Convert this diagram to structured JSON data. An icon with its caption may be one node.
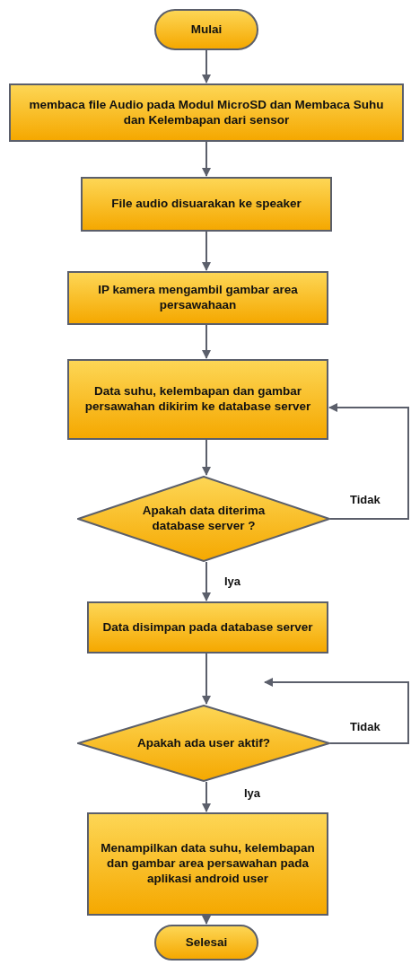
{
  "diagram": {
    "nodes": [
      {
        "text": [
          "Mulai"
        ]
      },
      {
        "text": [
          "membaca file Audio pada Modul MicroSD dan Membaca Suhu dan Kelembapan dari sensor"
        ]
      },
      {
        "text": [
          "File audio disuarakan ke speaker"
        ]
      },
      {
        "text": [
          "IP kamera mengambil gambar area persawahaan"
        ]
      },
      {
        "text": [
          "Data suhu, kelembapan dan gambar persawahan dikirim ke database server"
        ]
      },
      {
        "text": [
          "Apakah data diterima database server ?"
        ]
      },
      {
        "text": [
          "Data disimpan pada database server"
        ]
      },
      {
        "text": [
          "Apakah ada user aktif?"
        ]
      },
      {
        "text": [
          "Menampilkan data suhu, kelembapan dan gambar area persawahan pada aplikasi android user"
        ]
      },
      {
        "text": [
          "Selesai"
        ]
      }
    ],
    "edges": [
      {
        "from": 0,
        "to": 1,
        "arrow": "to"
      },
      {
        "from": 1,
        "to": 2,
        "arrow": "to"
      },
      {
        "from": 2,
        "to": 3,
        "arrow": "to"
      },
      {
        "from": 3,
        "to": 4,
        "arrow": "to"
      },
      {
        "from": 4,
        "to": 5,
        "arrow": "to"
      },
      {
        "from": 5,
        "to": 6,
        "arrow": "to",
        "label": "Iya"
      },
      {
        "from": 6,
        "to": 7,
        "arrow": "to"
      },
      {
        "from": 7,
        "to": 8,
        "arrow": "to",
        "label": "Iya"
      },
      {
        "from": 8,
        "to": 9,
        "arrow": "to"
      },
      {
        "from": 5,
        "to": 4,
        "arrow": "to",
        "label": "Tidak"
      },
      {
        "from": 7,
        "to": null,
        "arrow": "to",
        "label": "Tidak"
      }
    ]
  }
}
